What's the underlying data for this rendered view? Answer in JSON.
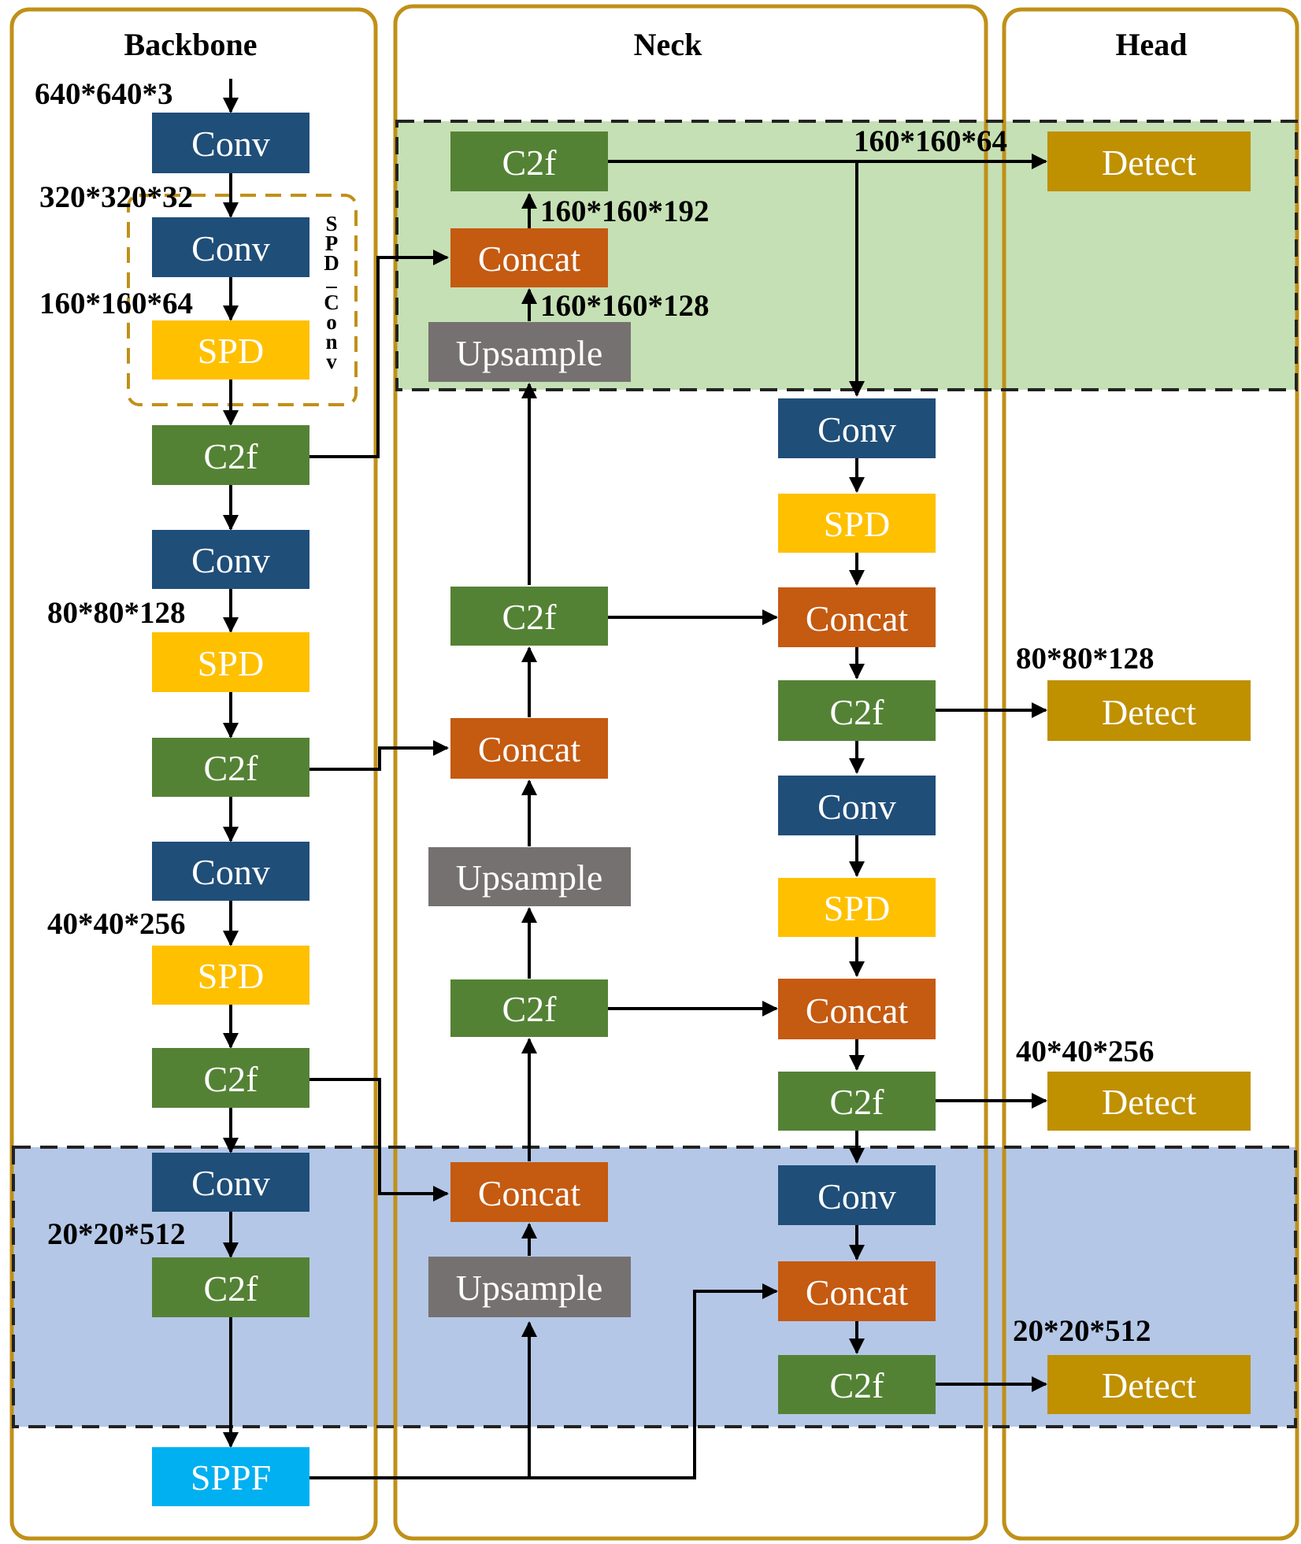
{
  "colors": {
    "panel_border": "#c09018",
    "conv": "#1f4e79",
    "spd": "#ffc000",
    "c2f": "#548235",
    "concat": "#c55a11",
    "upsample": "#767171",
    "detect": "#bf9000",
    "sppf": "#00b0f0",
    "green_zone": "#c5e0b4",
    "blue_zone": "#b4c7e7"
  },
  "sections": {
    "backbone": "Backbone",
    "neck": "Neck",
    "head": "Head"
  },
  "spd_conv_label": [
    "S",
    "P",
    "D",
    "_",
    "C",
    "o",
    "n",
    "v"
  ],
  "backbone_blocks": [
    "Conv",
    "Conv",
    "SPD",
    "C2f",
    "Conv",
    "SPD",
    "C2f",
    "Conv",
    "SPD",
    "C2f",
    "Conv",
    "C2f",
    "SPPF"
  ],
  "backbone_dims": [
    "640*640*3",
    "320*320*32",
    "160*160*64",
    "80*80*128",
    "40*40*256",
    "20*20*512"
  ],
  "neck_left_blocks": [
    "C2f",
    "Concat",
    "Upsample",
    "C2f",
    "Concat",
    "Upsample",
    "C2f",
    "Concat",
    "Upsample"
  ],
  "neck_left_dims": [
    "160*160*192",
    "160*160*128"
  ],
  "neck_right_blocks": [
    "Conv",
    "SPD",
    "Concat",
    "C2f",
    "Conv",
    "SPD",
    "Concat",
    "C2f",
    "Conv",
    "Concat",
    "C2f"
  ],
  "head_blocks": [
    "Detect",
    "Detect",
    "Detect",
    "Detect"
  ],
  "head_dims": [
    "160*160*64",
    "80*80*128",
    "40*40*256",
    "20*20*512"
  ]
}
